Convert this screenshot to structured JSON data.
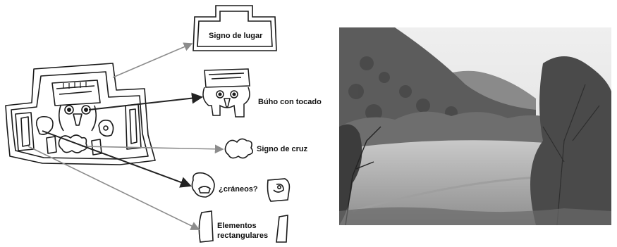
{
  "labels": {
    "place_sign": "Signo de lugar",
    "owl": "Búho con tocado",
    "cross": "Signo de cruz",
    "skulls": "¿cráneos?",
    "rect_line1": "Elementos",
    "rect_line2": "rectangulares"
  },
  "colors": {
    "ink": "#1a1a1a",
    "arrow_gray": "#8c8c8c",
    "arrow_dark": "#222222",
    "sky": "#e9eaea",
    "hill": "#5c5c5c",
    "field": "#b9b9b9"
  }
}
